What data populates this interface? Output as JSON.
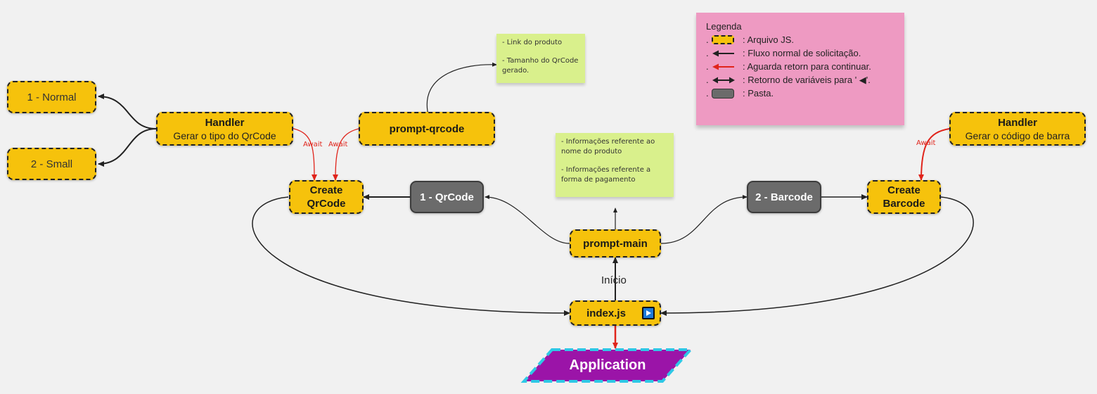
{
  "nodes": {
    "normal": "1 - Normal",
    "small": "2 - Small",
    "handler_qr_title": "Handler",
    "handler_qr_sub": "Gerar o tipo do QrCode",
    "prompt_qrcode": "prompt-qrcode",
    "create_qr_line1": "Create",
    "create_qr_line2": "QrCode",
    "folder_qrcode": "1 - QrCode",
    "prompt_main": "prompt-main",
    "folder_barcode": "2 - Barcode",
    "create_bar_line1": "Create",
    "create_bar_line2": "Barcode",
    "handler_bar_title": "Handler",
    "handler_bar_sub": "Gerar o código de barra",
    "index_js": "index.js",
    "application": "Application"
  },
  "labels": {
    "await": "Await",
    "inicio": "Início"
  },
  "notes": {
    "qrcode_note": [
      "- Link do produto",
      "- Tamanho do QrCode gerado."
    ],
    "main_note": [
      "- Informações referente ao nome do produto",
      "- Informações referente a forma de pagamento"
    ]
  },
  "legend": {
    "title": "Legenda",
    "bullet": ".",
    "items": [
      {
        "symbol": "file-swatch",
        "text": ": Arquivo JS."
      },
      {
        "symbol": "black-arrow-left",
        "text": ": Fluxo normal de solicitação."
      },
      {
        "symbol": "red-arrow-left",
        "text": ": Aguarda retorn para continuar."
      },
      {
        "symbol": "double-arrow",
        "text": ": Retorno de variáveis para ' ◀'."
      },
      {
        "symbol": "folder-swatch",
        "text": ": Pasta."
      }
    ]
  },
  "colors": {
    "file": "#f6c20c",
    "folder": "#6b6b6b",
    "note": "#d9f08c",
    "legend": "#ee9ac2",
    "await_arrow": "#e0241b",
    "application": "#9b14a8",
    "application_border": "#2ec8e6"
  }
}
